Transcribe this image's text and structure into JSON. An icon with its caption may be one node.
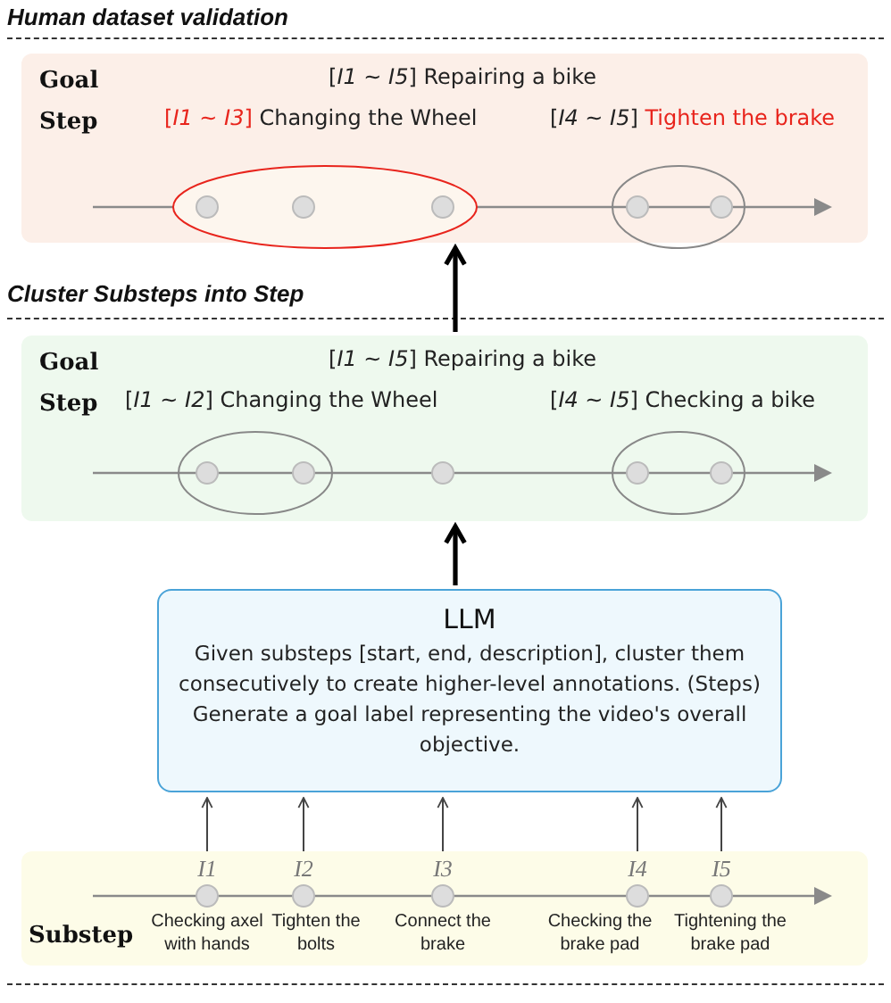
{
  "diagram": {
    "nodes": [
      {
        "text": [
          "Goal",
          "Step"
        ]
      },
      {
        "text": [
          "[*I1 ~ I5*] Repairing a bike"
        ],
        "in": 0
      },
      {
        "text": [
          "[*I1 ~ I3*] Changing the Wheel"
        ],
        "in": 0
      },
      {
        "text": [
          "[*I4 ~ I5*] Tighten the brake"
        ],
        "in": 0
      },
      {
        "text": [
          "Goal",
          "Step"
        ]
      },
      {
        "text": [
          "[*I1 ~ I5*] Repairing a bike"
        ],
        "in": 4
      },
      {
        "text": [
          "[*I1 ~ I2*] Changing the Wheel"
        ],
        "in": 4
      },
      {
        "text": [
          "[*I4 ~ I5*] Checking a bike"
        ],
        "in": 4
      },
      {
        "text": [
          "LLM",
          "Given substeps [start, end, description], cluster them consecutively to create higher-level annotations. (Steps) Generate a goal label representing the video's overall objective."
        ]
      },
      {
        "text": [
          "Substep"
        ]
      },
      {
        "text": [
          "I1",
          "Checking axel with hands"
        ],
        "in": 9
      },
      {
        "text": [
          "I2",
          "Tighten the bolts"
        ],
        "in": 9
      },
      {
        "text": [
          "I3",
          "Connect the brake"
        ],
        "in": 9
      },
      {
        "text": [
          "I4",
          "Checking the brake pad"
        ],
        "in": 9
      },
      {
        "text": [
          "I5",
          "Tightening the brake pad"
        ],
        "in": 9
      }
    ],
    "edges": [
      {
        "from": 10,
        "to": 8,
        "arrow": "to"
      },
      {
        "from": 11,
        "to": 8,
        "arrow": "to"
      },
      {
        "from": 12,
        "to": 8,
        "arrow": "to"
      },
      {
        "from": 13,
        "to": 8,
        "arrow": "to"
      },
      {
        "from": 14,
        "to": 8,
        "arrow": "to"
      },
      {
        "from": 8,
        "to": 4,
        "arrow": "to",
        "style": "thick"
      },
      {
        "from": 4,
        "to": 0,
        "arrow": "to",
        "style": "thick"
      }
    ],
    "labels": [
      "Human dataset validation",
      "Cluster Substeps into Step"
    ]
  }
}
